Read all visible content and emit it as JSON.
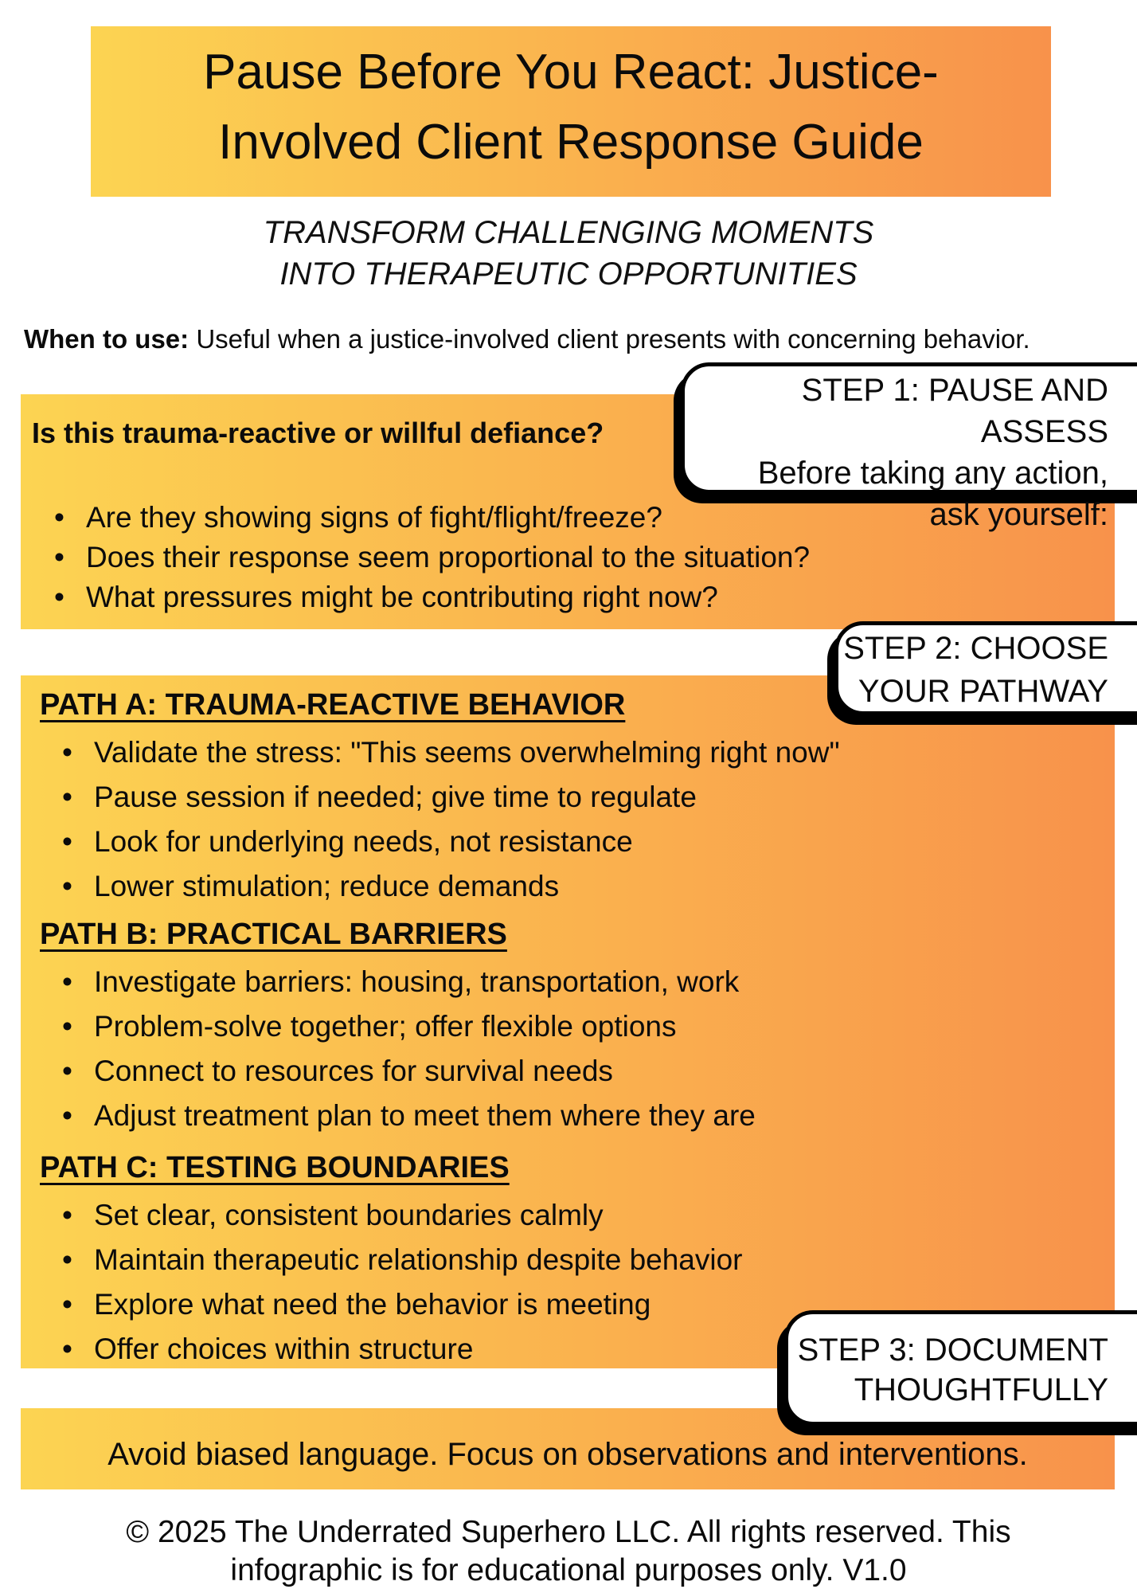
{
  "colors": {
    "gradient_start": "#FCD452",
    "gradient_end": "#F8924B",
    "step_box_bg": "#FFFFFF",
    "step_box_border": "#000000",
    "text": "#0B0B0B"
  },
  "header": {
    "title_line1": "Pause Before You React: Justice-",
    "title_line2": "Involved Client Response Guide"
  },
  "subtitle": {
    "line1": "TRANSFORM CHALLENGING MOMENTS",
    "line2": "INTO THERAPEUTIC OPPORTUNITIES"
  },
  "when_to_use": {
    "label": "When to use:",
    "text": " Useful when a justice-involved client presents with concerning behavior."
  },
  "steps": [
    {
      "lines": [
        "STEP 1: PAUSE AND ASSESS",
        "Before taking any action,",
        "ask yourself:"
      ]
    },
    {
      "lines": [
        "STEP 2: CHOOSE",
        "YOUR PATHWAY"
      ]
    },
    {
      "lines": [
        "STEP 3: DOCUMENT",
        "THOUGHTFULLY"
      ]
    }
  ],
  "assessment": {
    "heading": "Is this trauma-reactive or willful defiance?",
    "bullets": [
      "Are they showing signs of fight/flight/freeze?",
      "Does their response seem proportional to the situation?",
      "What pressures might be contributing right now?"
    ]
  },
  "pathways": {
    "sections": [
      {
        "heading": "PATH A: TRAUMA-REACTIVE BEHAVIOR",
        "bullets": [
          "Validate the stress: \"This seems overwhelming right now\"",
          "Pause session if needed; give time to regulate",
          "Look for underlying needs, not resistance",
          "Lower stimulation; reduce demands"
        ]
      },
      {
        "heading": "PATH B: PRACTICAL BARRIERS",
        "bullets": [
          "Investigate barriers: housing, transportation, work",
          "Problem-solve together; offer flexible options",
          "Connect to resources for survival needs",
          "Adjust treatment plan to meet them where they are"
        ]
      },
      {
        "heading": "PATH C: TESTING BOUNDARIES",
        "bullets": [
          "Set clear, consistent boundaries calmly",
          "Maintain therapeutic relationship despite behavior",
          "Explore what need the behavior is meeting",
          "Offer choices within structure"
        ]
      }
    ]
  },
  "documentation": {
    "text": "Avoid biased language. Focus on observations and interventions."
  },
  "copyright": {
    "line1": "© 2025 The Underrated Superhero LLC. All rights reserved. This",
    "line2": "infographic is for educational purposes only. V1.0"
  }
}
